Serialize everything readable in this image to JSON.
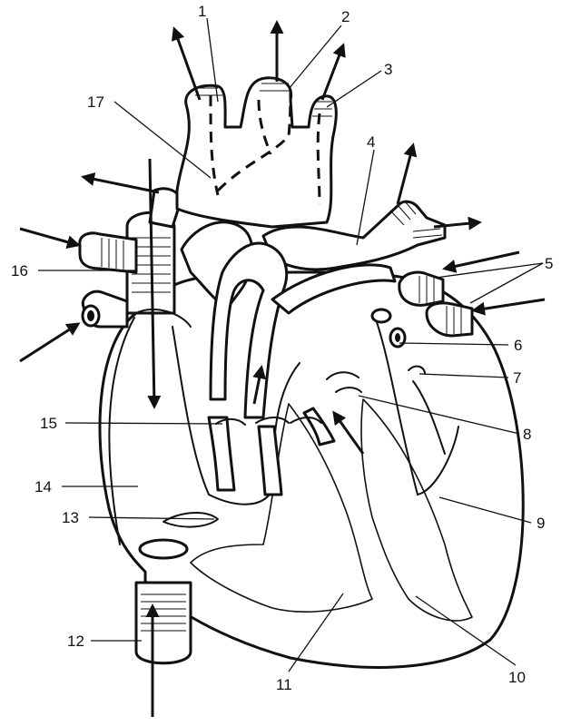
{
  "labels": [
    {
      "id": "1",
      "text": "1"
    },
    {
      "id": "2",
      "text": "2"
    },
    {
      "id": "3",
      "text": "3"
    },
    {
      "id": "4",
      "text": "4"
    },
    {
      "id": "5",
      "text": "5"
    },
    {
      "id": "6",
      "text": "6"
    },
    {
      "id": "7",
      "text": "7"
    },
    {
      "id": "8",
      "text": "8"
    },
    {
      "id": "9",
      "text": "9"
    },
    {
      "id": "10",
      "text": "10"
    },
    {
      "id": "11",
      "text": "11"
    },
    {
      "id": "12",
      "text": "12"
    },
    {
      "id": "13",
      "text": "13"
    },
    {
      "id": "14",
      "text": "14"
    },
    {
      "id": "15",
      "text": "15"
    },
    {
      "id": "16",
      "text": "16"
    },
    {
      "id": "17",
      "text": "17"
    }
  ],
  "colors": {
    "ink": "#111111",
    "background": "#ffffff"
  }
}
